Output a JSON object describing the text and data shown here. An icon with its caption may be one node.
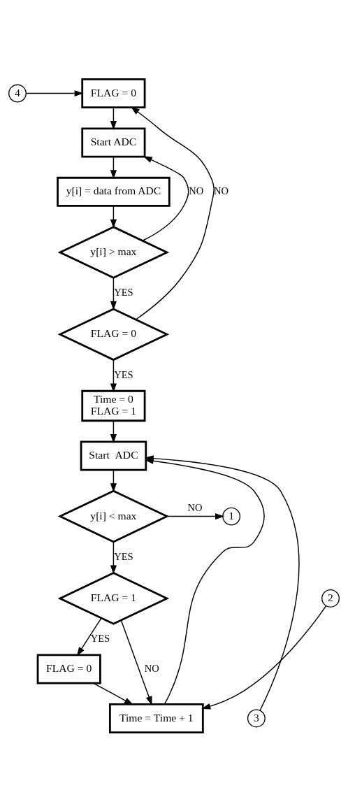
{
  "diagram": {
    "nodes": [
      {
        "text": [
          "4"
        ]
      },
      {
        "text": [
          "FLAG = 0"
        ]
      },
      {
        "text": [
          "Start ADC"
        ]
      },
      {
        "text": [
          "y[i] = data from ADC"
        ]
      },
      {
        "text": [
          "y[i] > max"
        ]
      },
      {
        "text": [
          "FLAG = 0"
        ]
      },
      {
        "text": [
          "Time = 0",
          "FLAG = 1"
        ]
      },
      {
        "text": [
          "Start  ADC"
        ]
      },
      {
        "text": [
          "y[i] < max"
        ]
      },
      {
        "text": [
          "1"
        ]
      },
      {
        "text": [
          "FLAG = 1"
        ]
      },
      {
        "text": [
          "FLAG = 0"
        ]
      },
      {
        "text": [
          "Time = Time + 1"
        ]
      },
      {
        "text": [
          "3"
        ]
      },
      {
        "text": [
          "2"
        ]
      }
    ],
    "edges": [
      {
        "from": 0,
        "to": 1,
        "arrow": "to"
      },
      {
        "from": 1,
        "to": 2,
        "arrow": "to"
      },
      {
        "from": 2,
        "to": 3,
        "arrow": "to"
      },
      {
        "from": 3,
        "to": 4,
        "arrow": "to"
      },
      {
        "from": 4,
        "to": 2,
        "arrow": "to",
        "label": "NO"
      },
      {
        "from": 4,
        "to": 5,
        "arrow": "to",
        "label": "YES"
      },
      {
        "from": 5,
        "to": 1,
        "arrow": "to",
        "label": "NO"
      },
      {
        "from": 5,
        "to": 6,
        "arrow": "to",
        "label": "YES"
      },
      {
        "from": 6,
        "to": 7,
        "arrow": "to"
      },
      {
        "from": 7,
        "to": 8,
        "arrow": "to"
      },
      {
        "from": 8,
        "to": 9,
        "arrow": "to",
        "label": "NO"
      },
      {
        "from": 8,
        "to": 10,
        "arrow": "to",
        "label": "YES"
      },
      {
        "from": 10,
        "to": 11,
        "arrow": "to",
        "label": "YES"
      },
      {
        "from": 10,
        "to": 12,
        "arrow": "to",
        "label": "NO"
      },
      {
        "from": 14,
        "to": 12,
        "arrow": "to"
      },
      {
        "from": 11,
        "to": 12,
        "arrow": "to"
      },
      {
        "from": 12,
        "to": 7,
        "arrow": "to"
      },
      {
        "from": 13,
        "to": 7,
        "arrow": "to"
      }
    ]
  }
}
